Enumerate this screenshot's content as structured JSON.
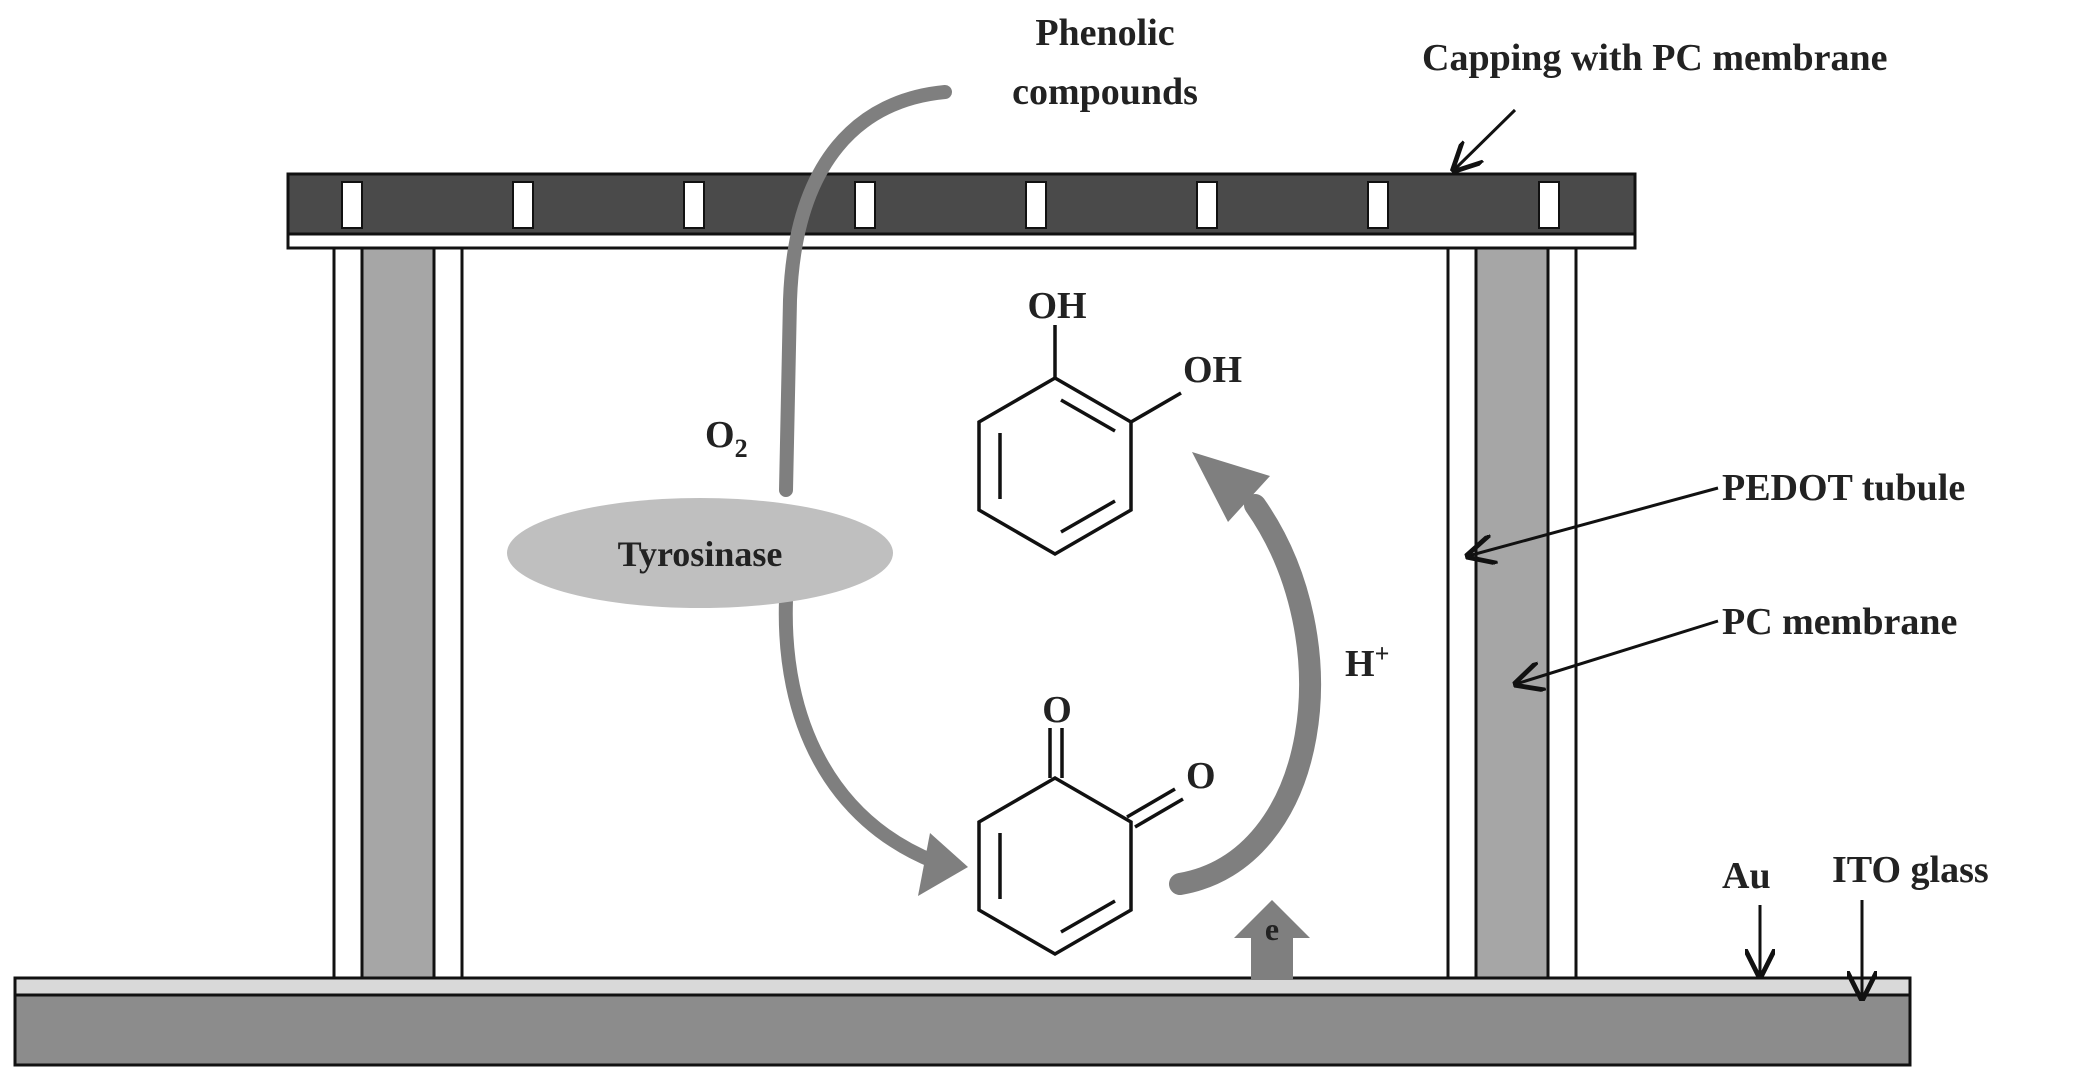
{
  "labels": {
    "phenolic_line1": "Phenolic",
    "phenolic_line2": "compounds",
    "capping": "Capping with PC membrane",
    "pedot_tubule": "PEDOT tubule",
    "pc_membrane": "PC membrane",
    "au": "Au",
    "ito_glass": "ITO glass",
    "o2_main": "O",
    "o2_sub": "2",
    "tyrosinase": "Tyrosinase",
    "h_plus_main": "H",
    "h_plus_sup": "+",
    "electron": "e",
    "catechol_oh_top": "OH",
    "catechol_oh_right": "OH",
    "quinone_o_top": "O",
    "quinone_o_right": "O"
  },
  "colors": {
    "background": "#ffffff",
    "cap_dark": "#4a4a4a",
    "membrane_gray": "#a6a6a6",
    "substrate_gray": "#8c8c8c",
    "au_light": "#d9d9d9",
    "enzyme_ellipse": "#bfbfbf",
    "arrow_gray": "#7f7f7f",
    "line_black": "#111111"
  }
}
